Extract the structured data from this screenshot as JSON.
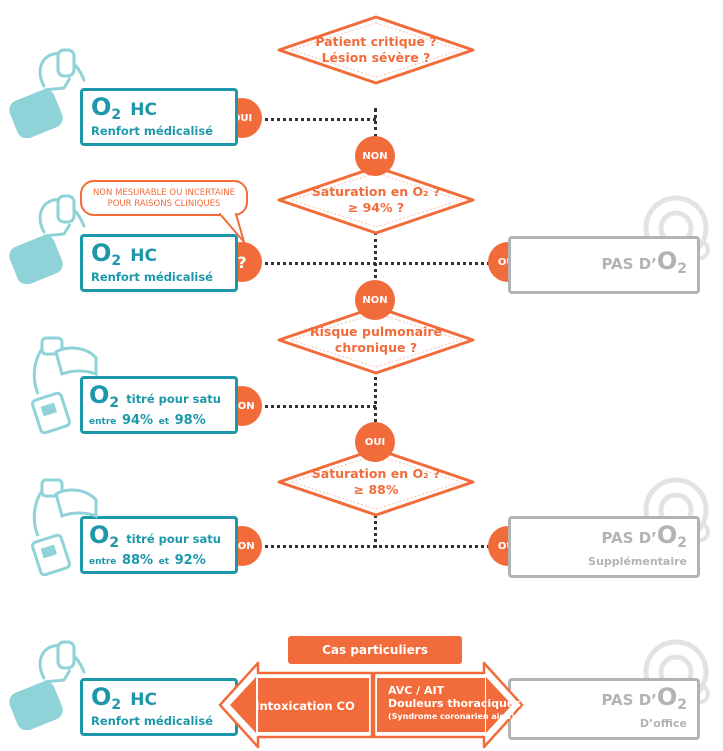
{
  "decisions": {
    "d1": {
      "line1": "Patient critique ?",
      "line2": "Lésion sévère ?"
    },
    "d2": {
      "line1": "Saturation en O₂ ?",
      "line2": "≥ 94% ?"
    },
    "d3": {
      "line1": "Risque pulmonaire",
      "line2": "chronique ?"
    },
    "d4": {
      "line1": "Saturation en O₂ ?",
      "line2": "≥ 88%"
    }
  },
  "answers": {
    "oui": "OUI",
    "non": "NON",
    "unknown": "?"
  },
  "bubble": {
    "line1": "NON MESURABLE OU INCERTAINE",
    "line2": "POUR RAISONS CLINIQUES"
  },
  "outcomes": {
    "hc": {
      "o": "O",
      "sub": "2",
      "title": "HC",
      "subtitle": "Renfort médicalisé"
    },
    "titre1": {
      "o": "O",
      "sub": "2",
      "title": "titré pour satu",
      "range_prefix": "entre",
      "range_low": "94%",
      "range_mid": "et",
      "range_high": "98%"
    },
    "titre2": {
      "o": "O",
      "sub": "2",
      "title": "titré pour satu",
      "range_prefix": "entre",
      "range_low": "88%",
      "range_mid": "et",
      "range_high": "92%"
    },
    "pas1": {
      "label": "PAS D’",
      "o": "O",
      "sub": "2"
    },
    "pas2": {
      "label": "PAS D’",
      "o": "O",
      "sub": "2",
      "subtitle": "Supplémentaire"
    },
    "pas3": {
      "label": "PAS D’",
      "o": "O",
      "sub": "2",
      "subtitle": "D’office"
    }
  },
  "special": {
    "header": "Cas particuliers",
    "left": "Intoxication CO",
    "right_line1": "AVC / AIT",
    "right_line2": "Douleurs thoraciques",
    "right_line3": "(Syndrome coronarien aigu)"
  },
  "colors": {
    "orange": "#f26b3a",
    "teal": "#1d98aa",
    "gray": "#b3b3b3",
    "device": "#8fd2d8"
  }
}
